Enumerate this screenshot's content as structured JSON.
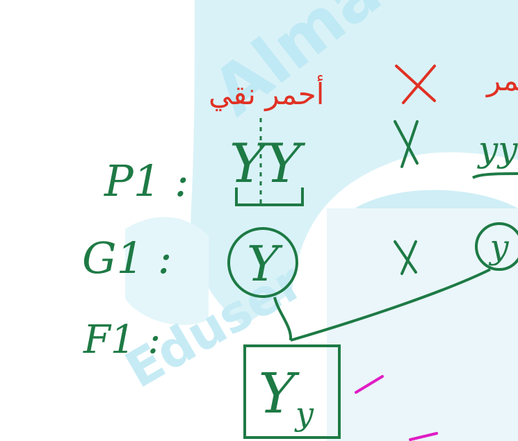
{
  "watermark": {
    "brand_text": "Almanahj",
    "side_text": "Eduser",
    "colors": {
      "light_blue": "#bfe9f4",
      "lighter_blue": "#d9f2f8",
      "soft_blue": "#e6f5fa"
    }
  },
  "diagram": {
    "rows": {
      "p1_label": "P1 :",
      "g1_label": "G1 :",
      "f1_label": "F1 :"
    },
    "parents": {
      "red_left": "أحمر نقي",
      "red_right": "أحمر",
      "cross_symbol": "X",
      "p1_left_genotype": "YY",
      "p1_right_genotype": "yy"
    },
    "gametes": {
      "left": "Y",
      "right": "y"
    },
    "offspring": {
      "genotype_big": "Y",
      "genotype_small": "y"
    },
    "colors": {
      "green_ink": "#1e7a45",
      "red_ink": "#e03124",
      "magenta_ink": "#e01cc4"
    }
  }
}
